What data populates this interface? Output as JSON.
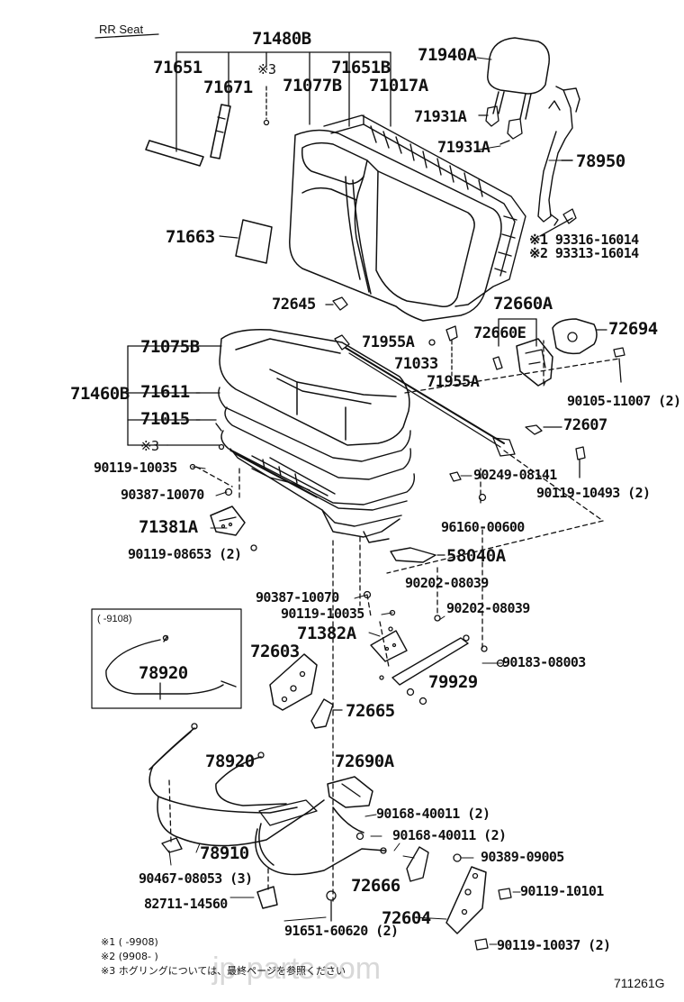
{
  "title": "RR Seat",
  "inset_label": "(      -9108)",
  "figure_code": "711261G",
  "watermark": "jp-parts.com",
  "parts": {
    "p71480B": "71480B",
    "p71651": "71651",
    "p71651B": "71651B",
    "mark3_top": "※3",
    "p71671": "71671",
    "p71077B": "71077B",
    "p71017A": "71017A",
    "p71940A": "71940A",
    "p71931A_1": "71931A",
    "p71931A_2": "71931A",
    "p78950": "78950",
    "p71663": "71663",
    "p93316": "※1 93316-16014",
    "p93313": "※2 93313-16014",
    "p72645": "72645",
    "p72660A": "72660A",
    "p71955A_1": "71955A",
    "p72660E": "72660E",
    "p72694": "72694",
    "p71075B": "71075B",
    "p71033": "71033",
    "p71955A_2": "71955A",
    "p71460B": "71460B",
    "p71611": "71611",
    "p90105": "90105-11007 (2)",
    "p71015": "71015",
    "p72607": "72607",
    "mark3_mid": "※3",
    "p90119_10035_a": "90119-10035",
    "p90249": "90249-08141",
    "p90119_10493": "90119-10493 (2)",
    "p90387_a": "90387-10070",
    "p96160": "96160-00600",
    "p71381A": "71381A",
    "p58040A": "58040A",
    "p90119_08653": "90119-08653 (2)",
    "p90202_a": "90202-08039",
    "p90387_b": "90387-10070",
    "p90202_b": "90202-08039",
    "p90119_10035_b": "90119-10035",
    "p71382A": "71382A",
    "p72603": "72603",
    "p78920_a": "78920",
    "p90183": "90183-08003",
    "p79929": "79929",
    "p72665": "72665",
    "p78920_b": "78920",
    "p72690A": "72690A",
    "p90168_a": "90168-40011 (2)",
    "p90168_b": "90168-40011 (2)",
    "p78910": "78910",
    "p90389": "90389-09005",
    "p90467": "90467-08053 (3)",
    "p72666": "72666",
    "p90119_10101": "90119-10101",
    "p82711": "82711-14560",
    "p72604": "72604",
    "p91651": "91651-60620 (2)",
    "p90119_10037": "90119-10037 (2)"
  },
  "footnotes": {
    "n1": "※1 (        -9908)",
    "n2": "※2 (9908-        )",
    "n3": "※3 ホグリングについては、最終ページを参照ください"
  }
}
